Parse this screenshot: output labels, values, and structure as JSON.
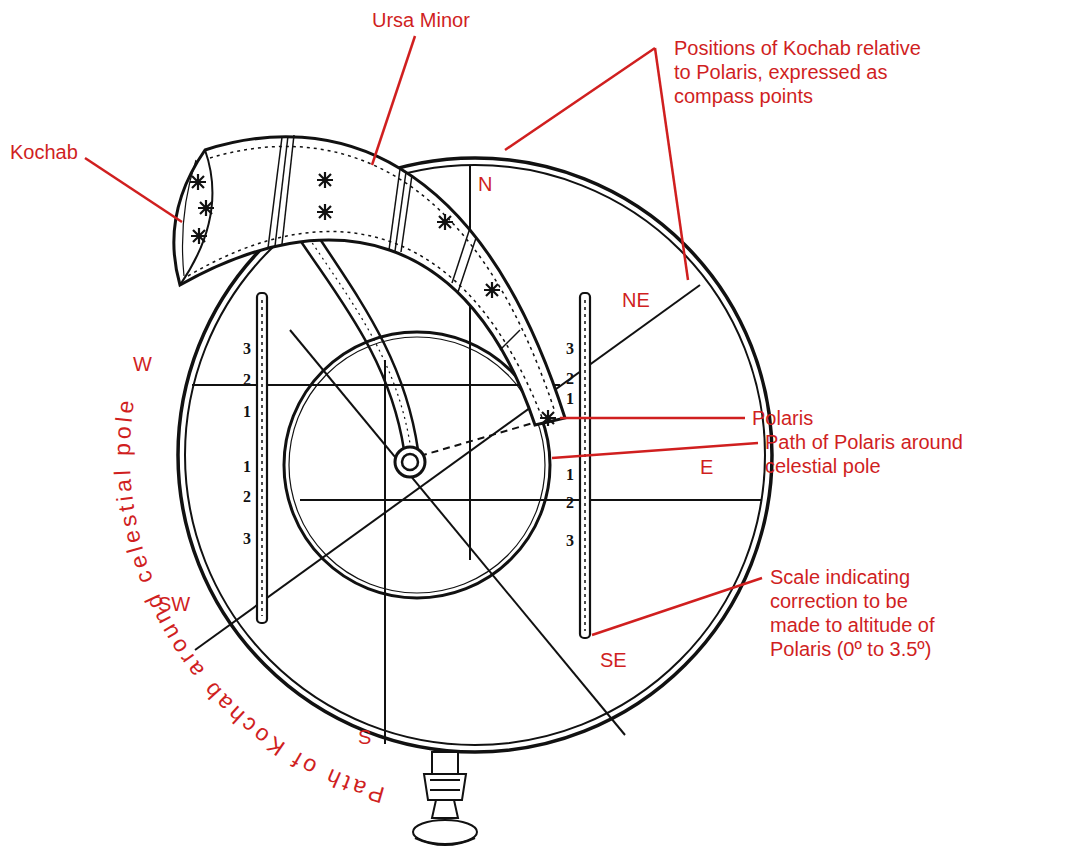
{
  "diagram": {
    "labels": [
      "Ursa Minor",
      "Positions of Kochab relative to Polaris, expressed as compass points",
      "Kochab",
      "N",
      "NE",
      "W",
      "E",
      "SW",
      "SE",
      "S",
      "Polaris",
      "Path of Polaris around celestial pole",
      "Scale indicating correction to be made to altitude of Polaris (0º to 3.5º)",
      "Path of Kochab around celestial pole",
      "3",
      "2",
      "1",
      "1",
      "2",
      "3",
      "3",
      "2",
      "1",
      "1",
      "2",
      "3"
    ]
  }
}
